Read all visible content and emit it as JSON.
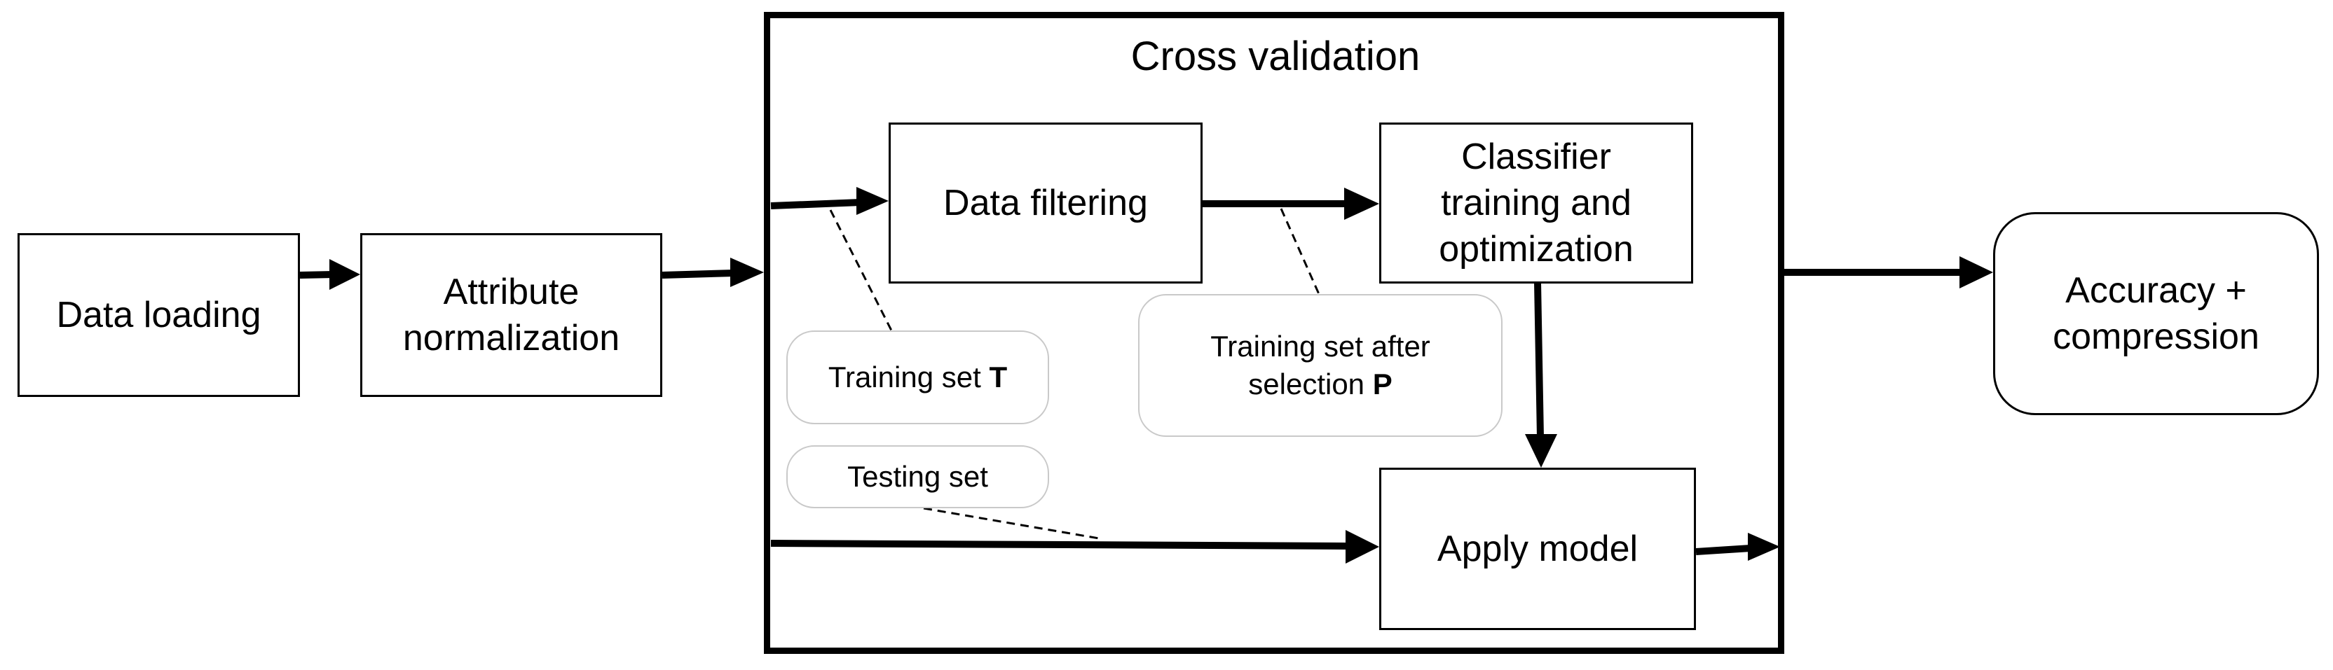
{
  "diagram": {
    "data_loading": "Data loading",
    "attribute_normalization": [
      "Attribute",
      "normalization"
    ],
    "cross_validation_title": "Cross validation",
    "data_filtering": "Data filtering",
    "classifier_training": [
      "Classifier",
      "training and",
      "optimization"
    ],
    "apply_model": "Apply model",
    "accuracy_compression": [
      "Accuracy +",
      "compression"
    ],
    "training_set_label": "Training set ",
    "training_set_symbol": "T",
    "training_after_selection_line1": "Training set after",
    "training_after_selection_line2": "selection ",
    "training_after_selection_symbol": "P",
    "testing_set": "Testing set"
  }
}
